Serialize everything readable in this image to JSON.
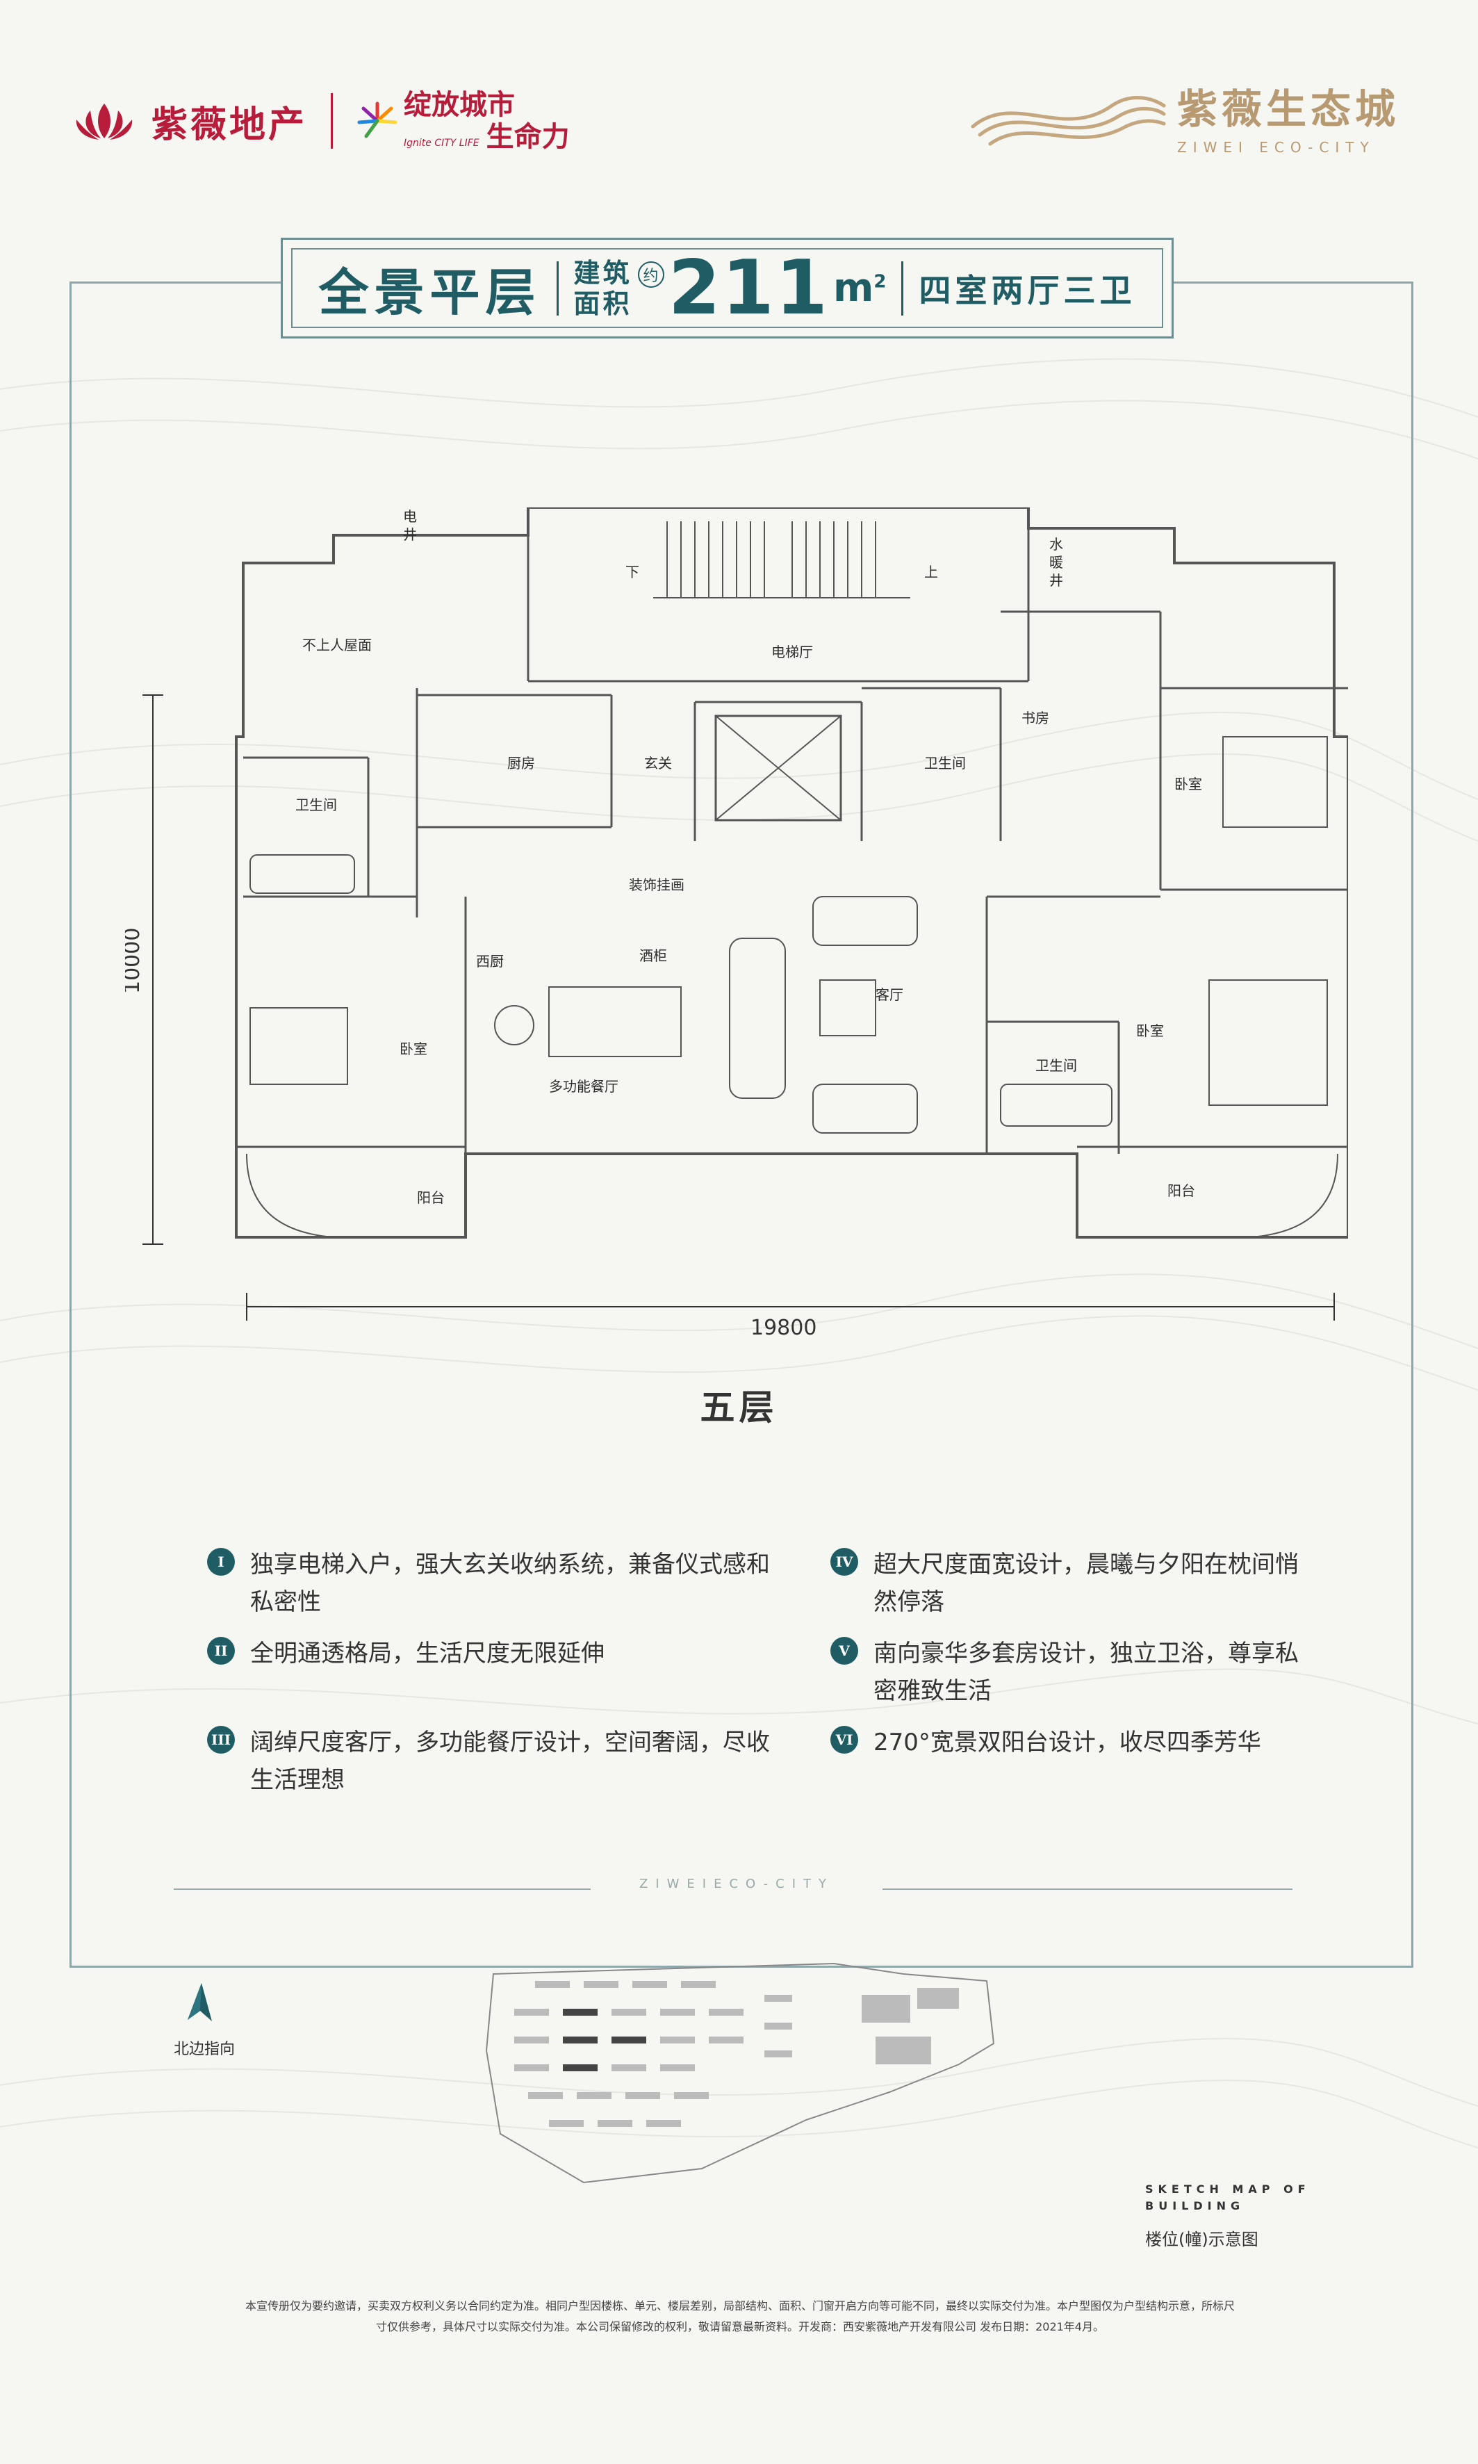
{
  "brand": {
    "developer_name": "紫薇地产",
    "slogan_line1": "绽放城市",
    "slogan_line2": "生命力",
    "slogan_en": "Ignite CITY LIFE",
    "project_name": "紫薇生态城",
    "project_name_en": "ZIWEI ECO-CITY"
  },
  "title": {
    "main": "全景平层",
    "label_line1": "建筑",
    "label_line2": "面积",
    "approx": "约",
    "area": "211",
    "unit": "m",
    "unit_sup": "2",
    "layout_type": "四室两厅三卫"
  },
  "plan": {
    "rooms": {
      "electric_shaft": "电\n井",
      "down": "下",
      "up": "上",
      "water_shaft": "水\n暖\n井",
      "roof": "不上人屋面",
      "elevator_hall": "电梯厅",
      "kitchen": "厨房",
      "foyer": "玄关",
      "bath_center": "卫生间",
      "study": "书房",
      "bed_ne": "卧室",
      "bath_west": "卫生间",
      "deco": "装饰挂画",
      "wine": "酒柜",
      "west_kitchen": "西厨",
      "living": "客厅",
      "bed_west": "卧室",
      "dining": "多功能餐厅",
      "bed_se": "卧室",
      "bath_se": "卫生间",
      "balcony_w": "阳台",
      "balcony_e": "阳台"
    },
    "dim_width": "19800",
    "dim_depth": "10000"
  },
  "floor_label": "五层",
  "features": [
    {
      "num": "I",
      "text": "独享电梯入户，强大玄关收纳系统，兼备仪式感和私密性"
    },
    {
      "num": "II",
      "text": "全明通透格局，生活尺度无限延伸"
    },
    {
      "num": "III",
      "text": "阔绰尺度客厅，多功能餐厅设计，空间奢阔，尽收生活理想"
    },
    {
      "num": "IV",
      "text": "超大尺度面宽设计，晨曦与夕阳在枕间悄然停落"
    },
    {
      "num": "V",
      "text": "南向豪华多套房设计，独立卫浴，尊享私密雅致生活"
    },
    {
      "num": "VI",
      "text": "270°宽景双阳台设计，收尽四季芳华"
    }
  ],
  "divider_text": "ZIWEIECO-CITY",
  "north_label": "北边指向",
  "sketch_en_line1": "SKETCH MAP OF",
  "sketch_en_line2": "BUILDING",
  "sketch_cn": "楼位(幢)示意图",
  "disclaimer_line1": "本宣传册仅为要约邀请，买卖双方权利义务以合同约定为准。相同户型因楼栋、单元、楼层差别，局部结构、面积、门窗开启方向等可能不同，最终以实际交付为准。本户型图仅为户型结构示意，所标尺",
  "disclaimer_line2": "寸仅供参考，具体尺寸以实际交付为准。本公司保留修改的权利，敬请留意最新资料。开发商：西安紫薇地产开发有限公司  发布日期：2021年4月。",
  "colors": {
    "brand_red": "#b81c3b",
    "teal": "#1f5c64",
    "gold": "#b89a72"
  }
}
